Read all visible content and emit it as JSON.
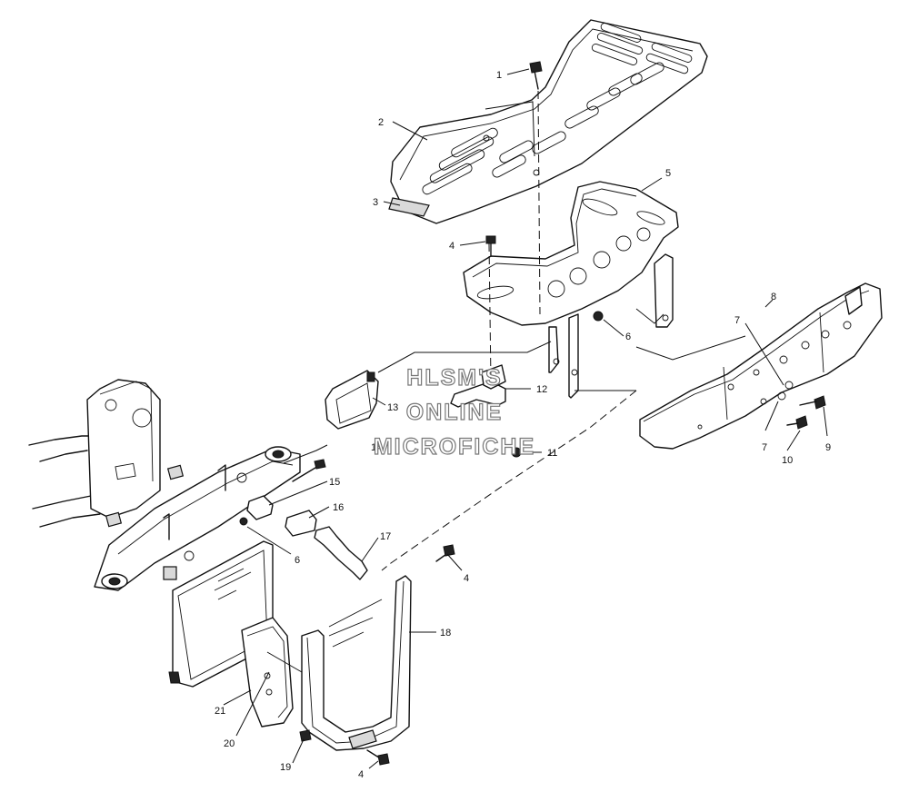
{
  "watermark": {
    "line1": "HLSM'S",
    "line2": "ONLINE",
    "line3": "MICROFICHE"
  },
  "callouts": [
    {
      "id": "c1",
      "label": "1"
    },
    {
      "id": "c2",
      "label": "2"
    },
    {
      "id": "c3",
      "label": "3"
    },
    {
      "id": "c4a",
      "label": "4"
    },
    {
      "id": "c5",
      "label": "5"
    },
    {
      "id": "c6a",
      "label": "6"
    },
    {
      "id": "c7a",
      "label": "7"
    },
    {
      "id": "c8",
      "label": "8"
    },
    {
      "id": "c7b",
      "label": "7"
    },
    {
      "id": "c9",
      "label": "9"
    },
    {
      "id": "c10",
      "label": "10"
    },
    {
      "id": "c11",
      "label": "11"
    },
    {
      "id": "c12",
      "label": "12"
    },
    {
      "id": "c13",
      "label": "13"
    },
    {
      "id": "c14",
      "label": "14"
    },
    {
      "id": "c15",
      "label": "15"
    },
    {
      "id": "c16",
      "label": "16"
    },
    {
      "id": "c6b",
      "label": "6"
    },
    {
      "id": "c17",
      "label": "17"
    },
    {
      "id": "c4b",
      "label": "4"
    },
    {
      "id": "c18",
      "label": "18"
    },
    {
      "id": "c21",
      "label": "21"
    },
    {
      "id": "c20",
      "label": "20"
    },
    {
      "id": "c19",
      "label": "19"
    },
    {
      "id": "c4c",
      "label": "4"
    }
  ]
}
